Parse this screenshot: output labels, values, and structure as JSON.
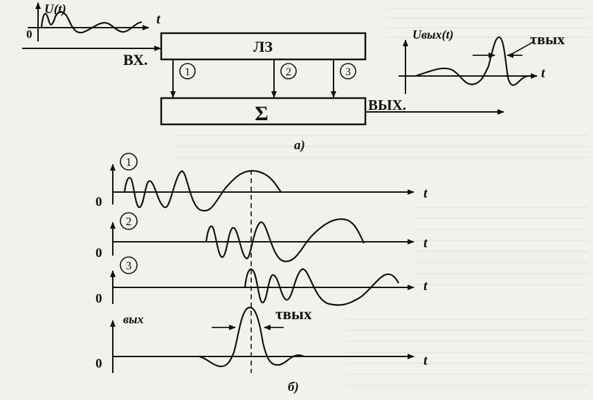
{
  "diagram_a": {
    "input_axis_label": "U(t)",
    "input_zero": "0",
    "input_t": "t",
    "input_label": "ВХ.",
    "delay_line_label": "ЛЗ",
    "summator_label": "Σ",
    "output_label": "ВЫХ.",
    "tap_labels": [
      "1",
      "2",
      "3"
    ],
    "output_axis_label": "Uвых(t)",
    "output_t": "t",
    "tau_label": "τвых",
    "caption": "а)"
  },
  "diagram_b": {
    "rows": [
      {
        "marker": "1",
        "zero": "0",
        "t": "t"
      },
      {
        "marker": "2",
        "zero": "0",
        "t": "t"
      },
      {
        "marker": "3",
        "zero": "0",
        "t": "t"
      },
      {
        "marker": "вых",
        "zero": "0",
        "t": "t"
      }
    ],
    "tau_label": "τвых",
    "caption": "б)"
  },
  "colors": {
    "ink": "#111111",
    "paper": "#f3f1ec"
  }
}
